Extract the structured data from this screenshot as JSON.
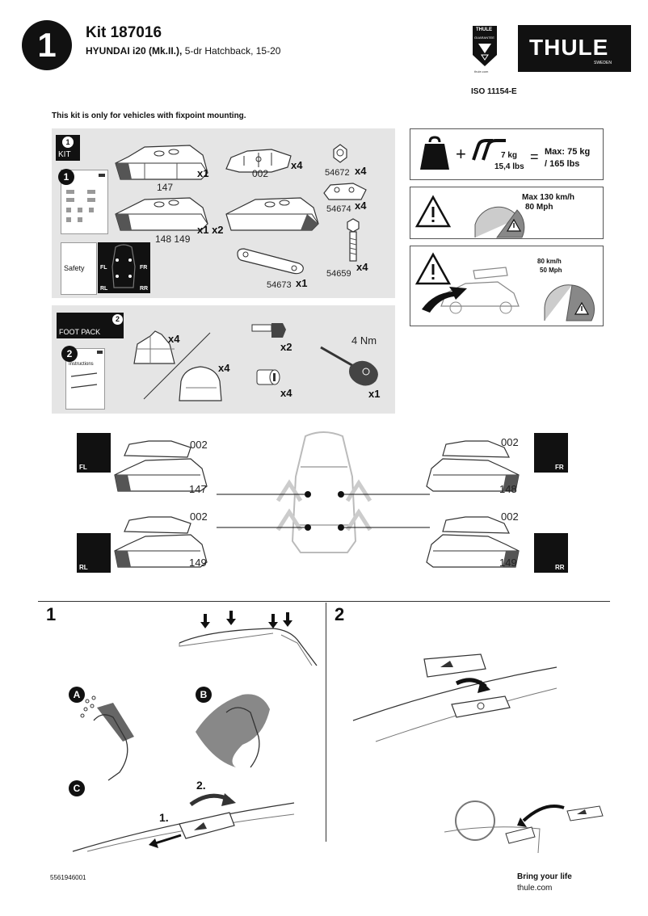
{
  "header": {
    "step_number": "1",
    "kit_title": "Kit 187016",
    "vehicle_model": "HYUNDAI i20 (Mk.II.),",
    "vehicle_detail": " 5-dr Hatchback, 15-20",
    "iso_label": "ISO 11154-E",
    "brand": "THULE",
    "brand_sub": "SWEDEN",
    "shield_top": "THULE",
    "shield_sub": "GUARANTEE",
    "shield_url": "thule.com"
  },
  "notice": "This kit is only for vehicles with fixpoint mounting.",
  "kit_panel": {
    "tag_number": "1",
    "tag_label": "KIT",
    "booklet_number": "1",
    "safety_label": "Safety",
    "corners": [
      "FL",
      "FR",
      "RL",
      "RR"
    ],
    "parts": [
      {
        "id": "147",
        "qty": "x1"
      },
      {
        "id": "002",
        "qty": "x4"
      },
      {
        "id": "54672",
        "qty": "x4"
      },
      {
        "id": "148 149",
        "qty": "x1 x2"
      },
      {
        "id": "54674",
        "qty": "x4"
      },
      {
        "id": "54673",
        "qty": "x1"
      },
      {
        "id": "54659",
        "qty": "x4"
      }
    ]
  },
  "specs": {
    "roof_rack_weight": "7 kg",
    "roof_rack_weight_lbs": "15,4 lbs",
    "max_load": "Max: 75 kg",
    "max_load_lbs": "/ 165 lbs",
    "plus": "+",
    "equals": "=",
    "max_speed": "Max  130 km/h",
    "max_speed_mph": "80 Mph",
    "load_speed": "80 km/h",
    "load_speed_mph": "50 Mph"
  },
  "foot_panel": {
    "tag_number": "2",
    "tag_label": "FOOT PACK",
    "booklet_number": "2",
    "instructions_label": "Instructions",
    "foot_qty_a": "x4",
    "foot_qty_b": "x4",
    "key_qty": "x2",
    "lock_qty": "x4",
    "torque": "4 Nm",
    "tool_qty": "x1"
  },
  "positions": {
    "fl": {
      "corner": "FL",
      "top": "002",
      "bottom": "147"
    },
    "fr": {
      "corner": "FR",
      "top": "002",
      "bottom": "148"
    },
    "rl": {
      "corner": "RL",
      "top": "002",
      "bottom": "149"
    },
    "rr": {
      "corner": "RR",
      "top": "002",
      "bottom": "149"
    }
  },
  "steps": {
    "one": "1",
    "two": "2",
    "a": "A",
    "b": "B",
    "c": "C",
    "c_step1": "1.",
    "c_step2": "2."
  },
  "footer": {
    "part_number": "5561946001",
    "tagline": "Bring your life",
    "url": "thule.com"
  }
}
